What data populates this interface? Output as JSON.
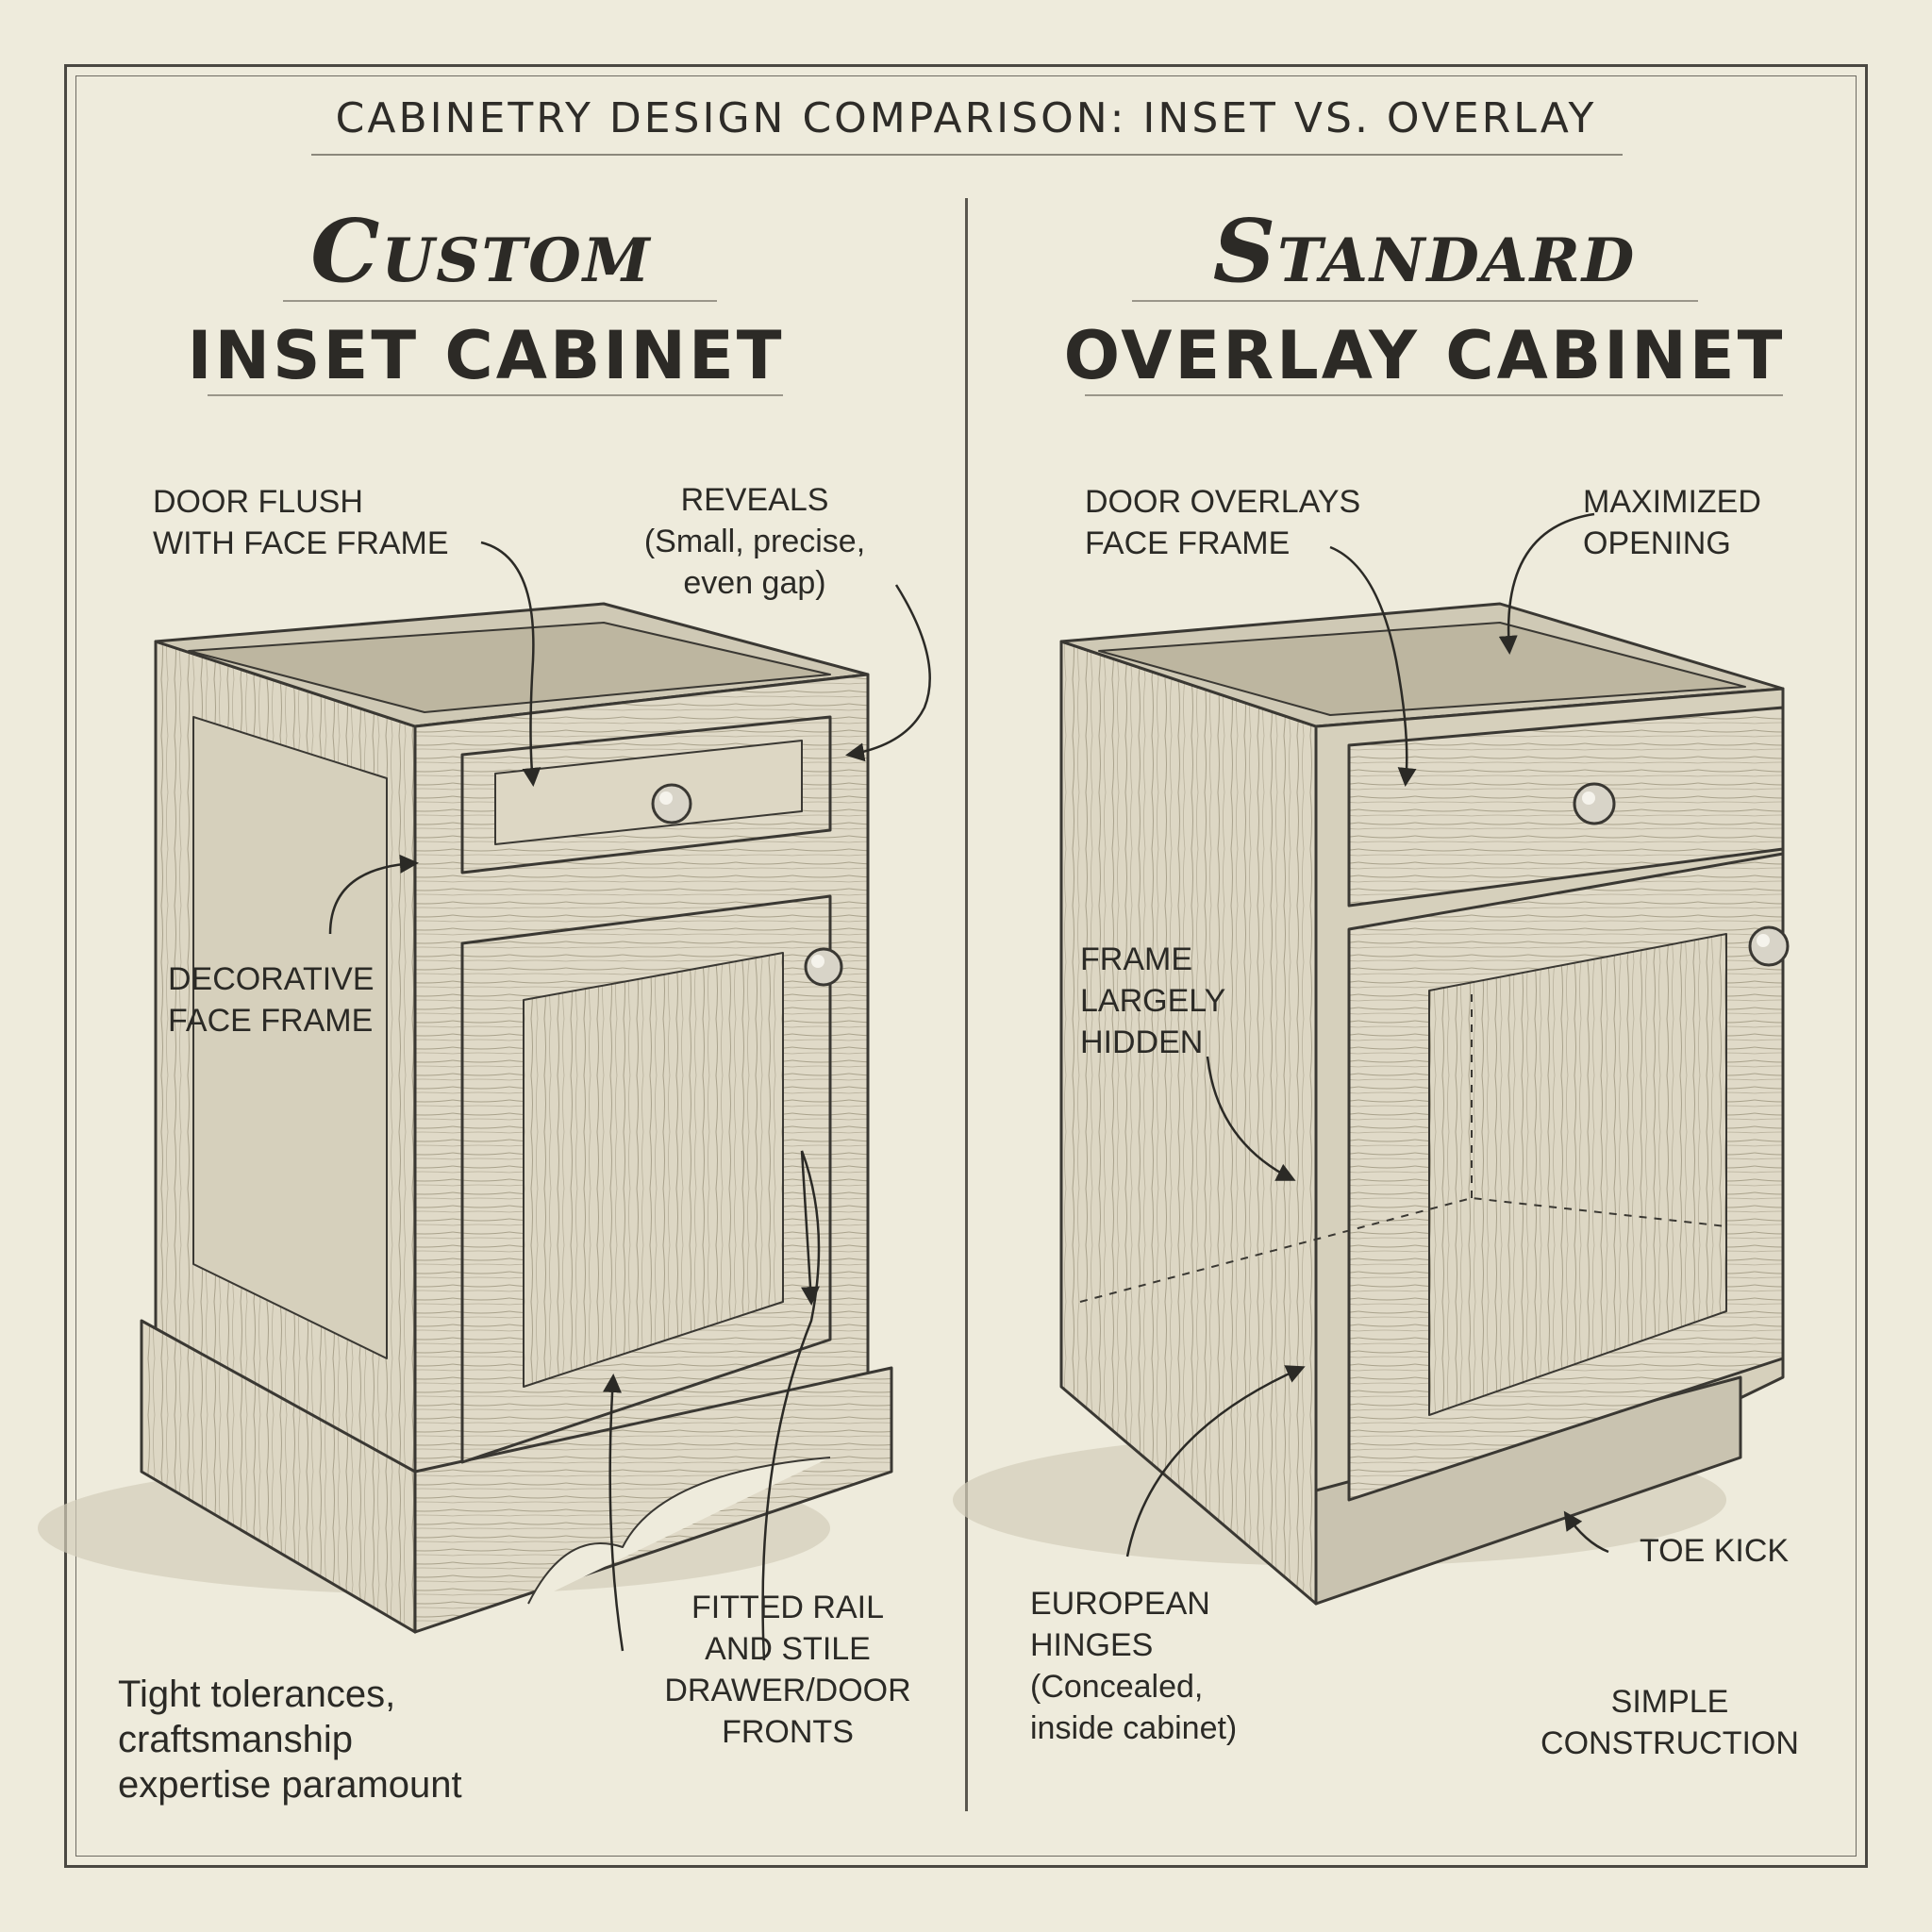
{
  "page_title": "CABINETRY DESIGN COMPARISON: INSET VS. OVERLAY",
  "left": {
    "script_title": "Custom",
    "sub_title": "INSET CABINET",
    "callouts": {
      "door_flush": [
        "DOOR FLUSH",
        "WITH FACE FRAME"
      ],
      "reveals": [
        "REVEALS",
        "(Small, precise,",
        "even gap)"
      ],
      "decorative": [
        "DECORATIVE",
        "FACE FRAME"
      ],
      "fitted": [
        "FITTED RAIL",
        "AND STILE",
        "DRAWER/DOOR",
        "FRONTS"
      ]
    },
    "note": [
      "Tight tolerances,",
      "craftsmanship",
      "expertise paramount"
    ]
  },
  "right": {
    "script_title": "Standard",
    "sub_title": "OVERLAY CABINET",
    "callouts": {
      "door_overlays": [
        "DOOR OVERLAYS",
        "FACE FRAME"
      ],
      "maximized": [
        "MAXIMIZED",
        "OPENING"
      ],
      "frame_hidden": [
        "FRAME",
        "LARGELY",
        "HIDDEN"
      ],
      "toe_kick": [
        "TOE KICK"
      ],
      "hinges": [
        "EUROPEAN",
        "HINGES",
        "(Concealed,",
        "inside cabinet)"
      ],
      "simple": [
        "SIMPLE",
        "CONSTRUCTION"
      ]
    }
  },
  "colors": {
    "paper": "#eeebdc",
    "ink": "#2b2a26",
    "wood": "#dcd6c3",
    "wood_dark": "#bfb8a3"
  }
}
